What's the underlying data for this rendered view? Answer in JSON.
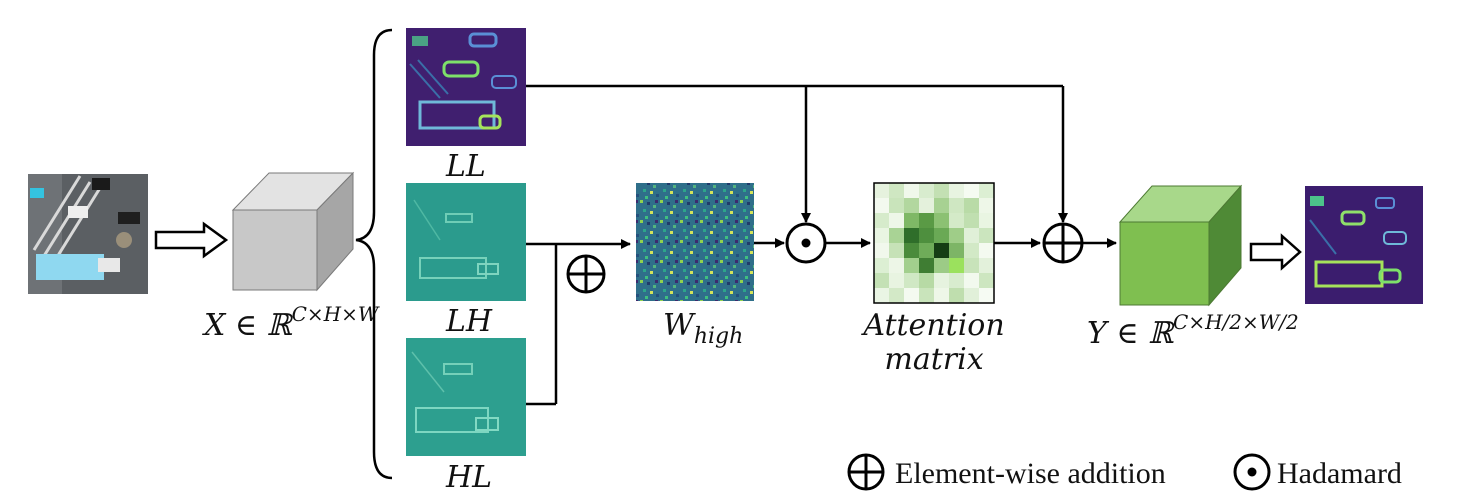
{
  "labels": {
    "input_tensor": "X ∈ ℝ",
    "input_tensor_sup": "C×H×W",
    "ll": "LL",
    "lh": "LH",
    "hl": "HL",
    "w_high_main": "W",
    "w_high_sub": "high",
    "attention_line1": "Attention",
    "attention_line2": "matrix",
    "output_tensor": "Y ∈ ℝ",
    "output_tensor_sup": "C×H/2×W/2"
  },
  "legend": {
    "addition": "Element-wise addition",
    "hadamard": "Hadamard"
  },
  "colors": {
    "input_cube": "#c8c8c8",
    "output_cube": "#7fbf50",
    "ll_map": "#3b1d6e",
    "lh_map": "#2a9d8f",
    "accent_green": "#9be15d"
  }
}
